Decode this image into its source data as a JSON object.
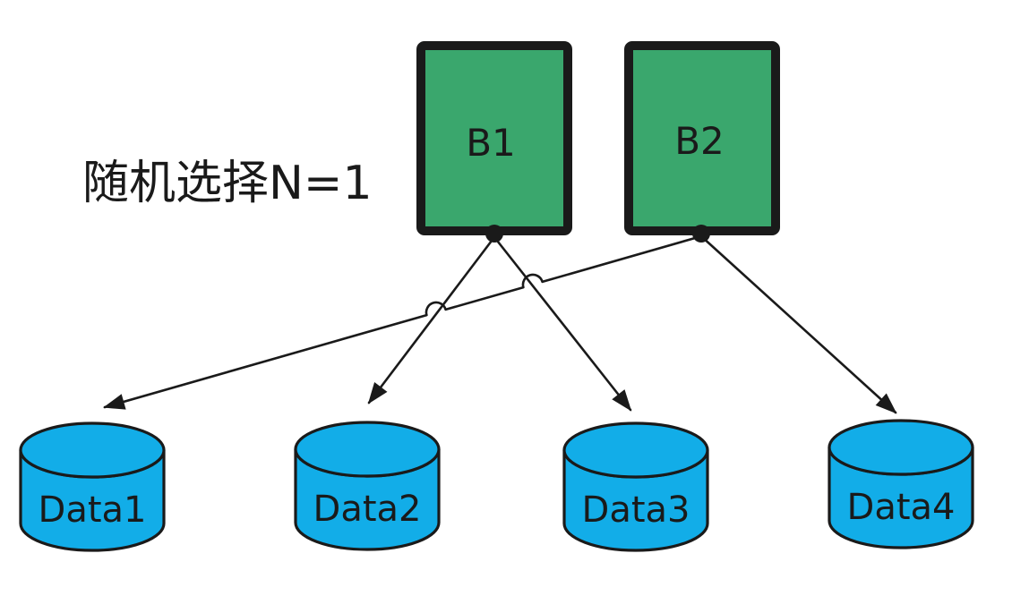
{
  "diagram": {
    "type": "hand-drawn-flow-diagram",
    "annotation": "随机选择N=1",
    "boxes": [
      {
        "id": "B1",
        "label": "B1"
      },
      {
        "id": "B2",
        "label": "B2"
      }
    ],
    "databases": [
      {
        "id": "Data1",
        "label": "Data1"
      },
      {
        "id": "Data2",
        "label": "Data2"
      },
      {
        "id": "Data3",
        "label": "Data3"
      },
      {
        "id": "Data4",
        "label": "Data4"
      }
    ],
    "edges": [
      {
        "from": "B1",
        "to": "Data2",
        "arrow": "end"
      },
      {
        "from": "B1",
        "to": "Data3",
        "arrow": "end"
      },
      {
        "from": "B2",
        "to": "Data1",
        "arrow": "end",
        "line_hops": 2
      },
      {
        "from": "B2",
        "to": "Data4",
        "arrow": "end"
      }
    ],
    "colors": {
      "box_fill": "#3aa76d",
      "db_fill": "#12ade8",
      "stroke": "#1a1a1a",
      "background": "#ffffff"
    }
  }
}
